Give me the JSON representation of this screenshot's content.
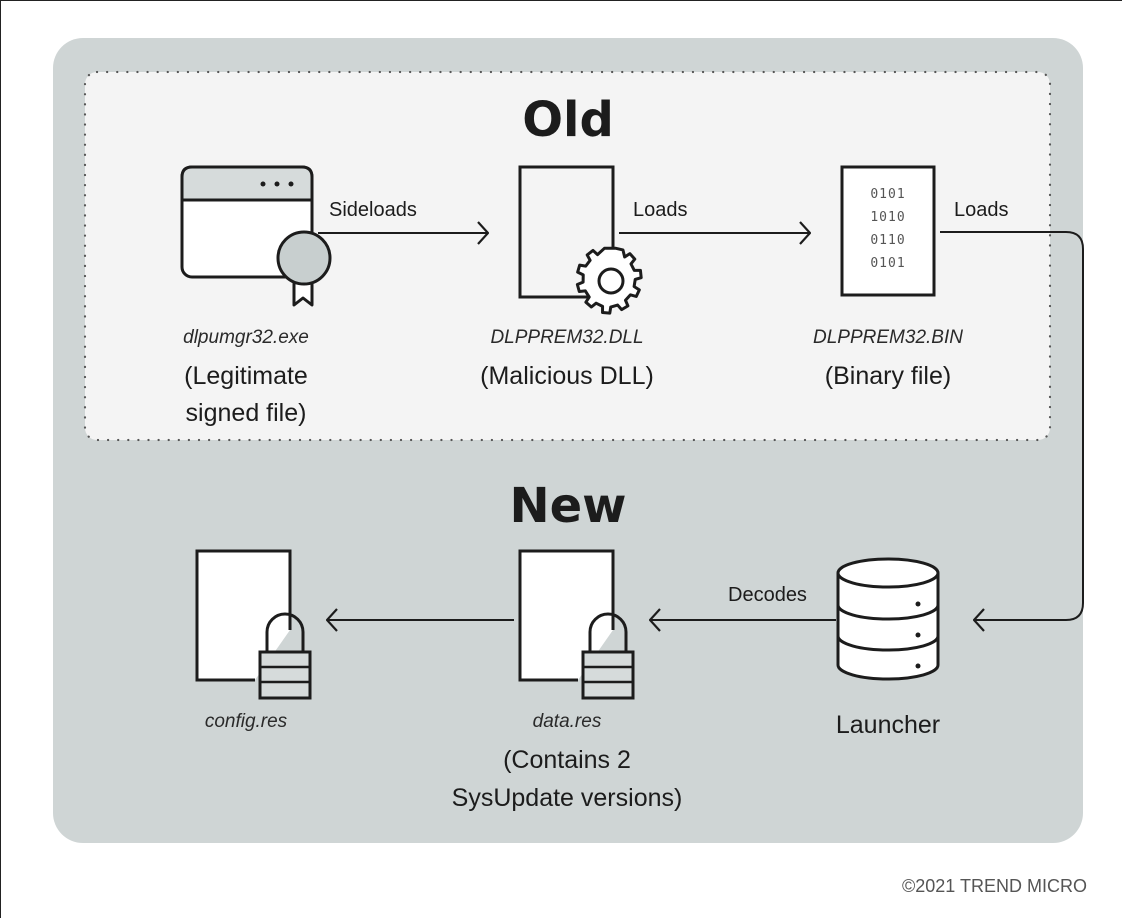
{
  "colors": {
    "panel": "#cfd5d5",
    "old_box": "#f4f4f4",
    "ink": "#1c1c1c",
    "seal": "#c8cfcf",
    "window_bar": "#d6dbdb"
  },
  "sections": {
    "old_title": "Old",
    "new_title": "New"
  },
  "arrows": {
    "sideloads": "Sideloads",
    "loads_1": "Loads",
    "loads_2": "Loads",
    "decodes": "Decodes"
  },
  "nodes": {
    "exe": {
      "filename": "dlpumgr32.exe",
      "desc_line1": "(Legitimate",
      "desc_line2": "signed file)",
      "icon": "signed-app-window-icon"
    },
    "dll": {
      "filename": "DLPPREM32.DLL",
      "desc_line1": "(Malicious DLL)",
      "icon": "gear-document-icon"
    },
    "bin": {
      "filename": "DLPPREM32.BIN",
      "desc_line1": "(Binary file)",
      "bits": [
        "0101",
        "1010",
        "0110",
        "0101"
      ],
      "icon": "binary-file-icon"
    },
    "launcher": {
      "label": "Launcher",
      "icon": "database-icon"
    },
    "data": {
      "filename": "data.res",
      "desc_line1": "(Contains 2",
      "desc_line2": "SysUpdate versions)",
      "icon": "locked-document-icon"
    },
    "config": {
      "filename": "config.res",
      "icon": "locked-document-icon"
    }
  },
  "copyright": "©2021 TREND MICRO"
}
